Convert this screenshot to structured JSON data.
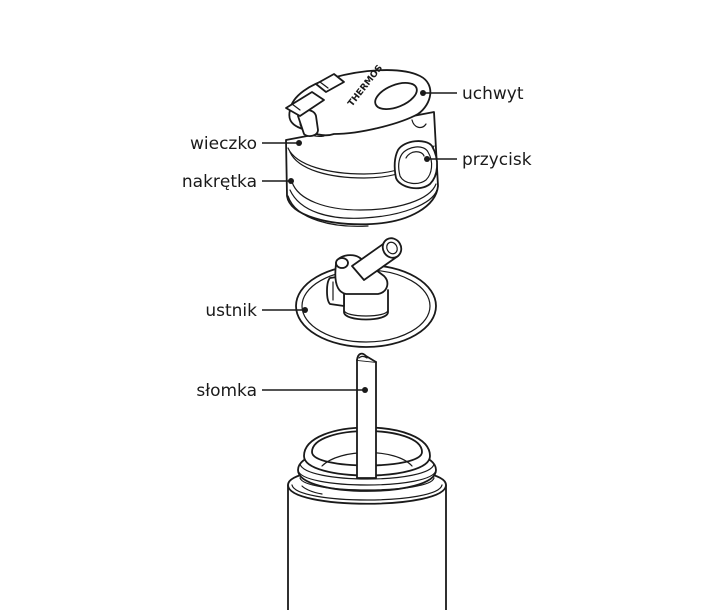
{
  "diagram": {
    "type": "exploded-parts-diagram",
    "subject": "water bottle with straw lid",
    "brand_text": "THERMOS",
    "labels": {
      "uchwyt": "uchwyt",
      "wieczko": "wieczko",
      "przycisk": "przycisk",
      "nakretka": "nakrętka",
      "ustnik": "ustnik",
      "slomka": "słomka"
    },
    "parts": [
      {
        "id": "cap",
        "label": "nakrętka",
        "position": "top"
      },
      {
        "id": "lid",
        "label": "wieczko",
        "position": "top"
      },
      {
        "id": "handle",
        "label": "uchwyt",
        "position": "top"
      },
      {
        "id": "button",
        "label": "przycisk",
        "position": "top-right"
      },
      {
        "id": "mouthpiece",
        "label": "ustnik",
        "position": "middle"
      },
      {
        "id": "straw",
        "label": "słomka",
        "position": "lower-middle"
      },
      {
        "id": "bottle",
        "label": "",
        "position": "bottom"
      }
    ],
    "colors": {
      "line": "#1a1a1a",
      "background": "#ffffff"
    }
  }
}
